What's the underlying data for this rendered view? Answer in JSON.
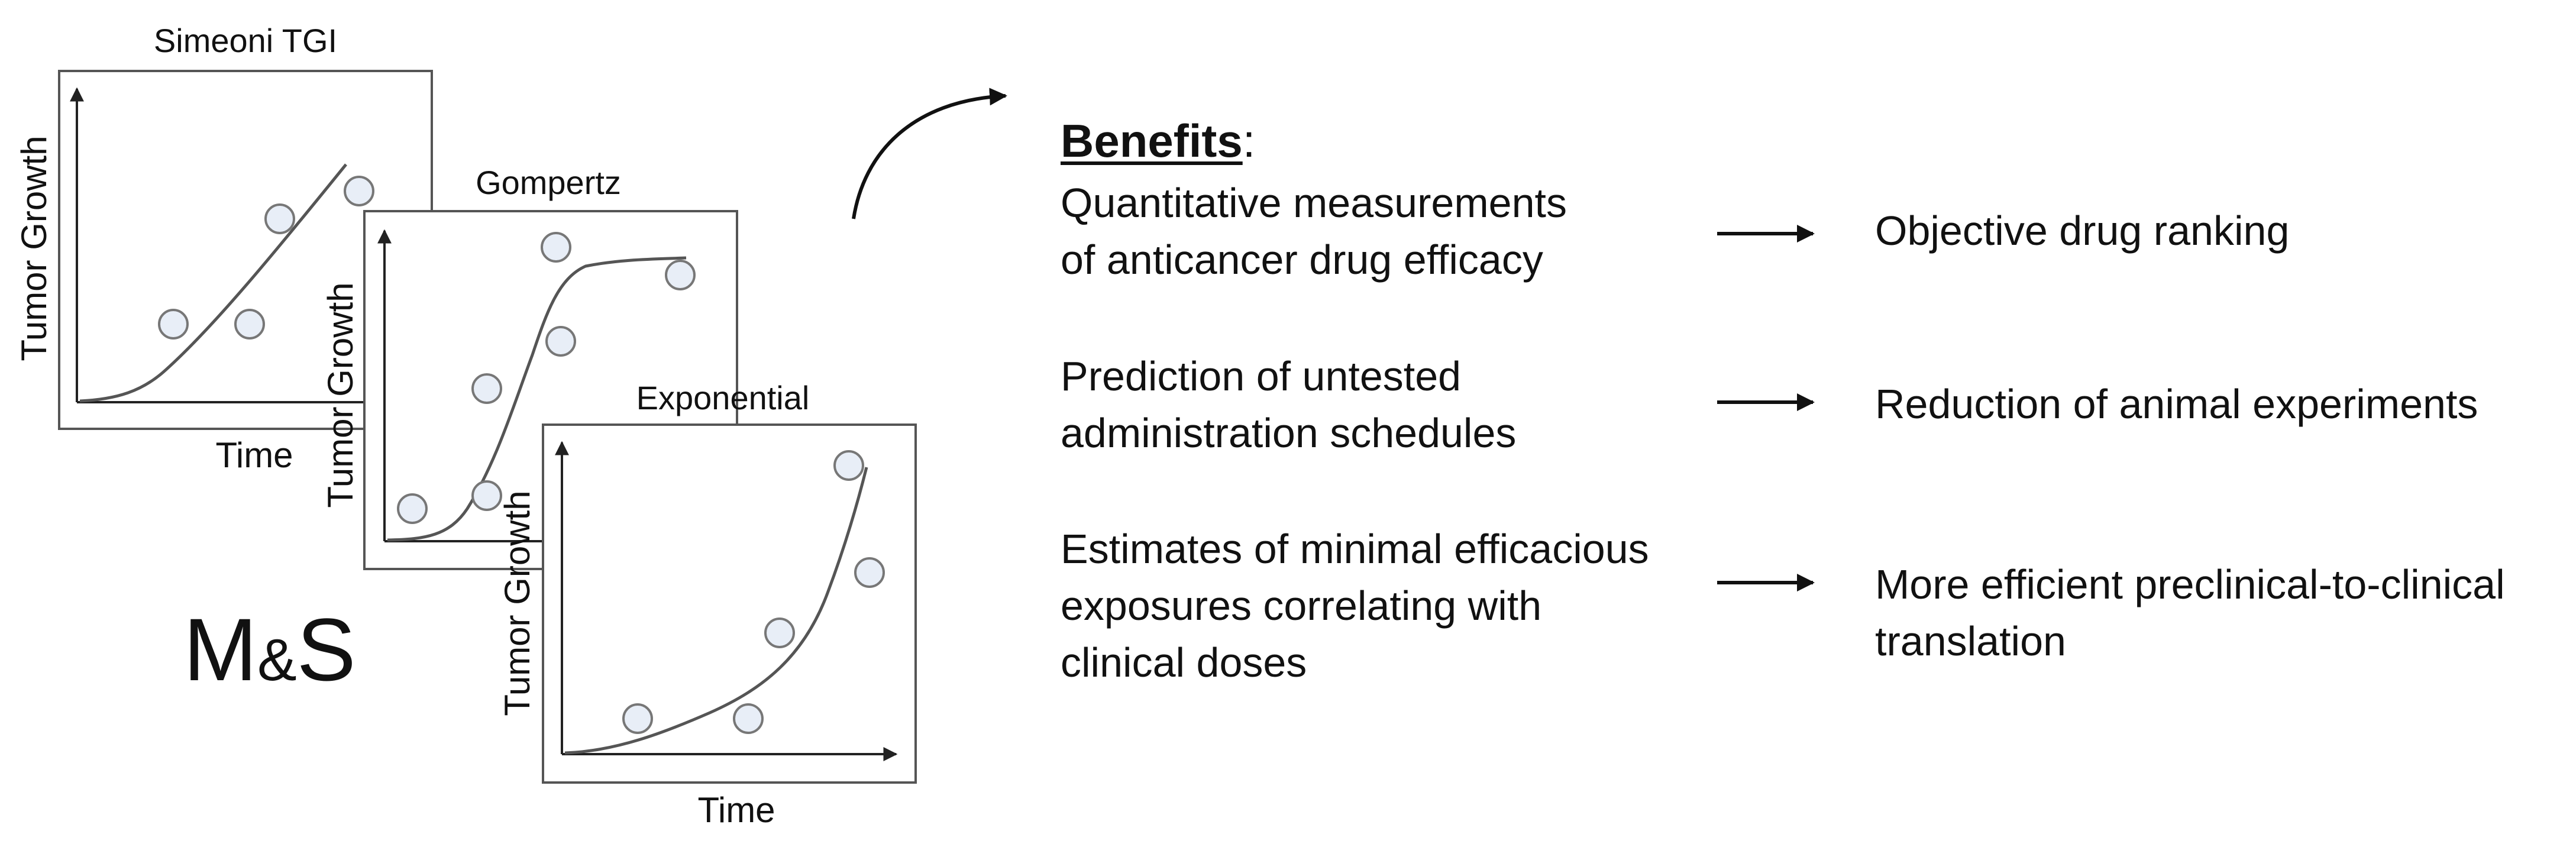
{
  "panels": [
    {
      "title": "Simeoni TGI",
      "ylabel": "Tumor Growth",
      "xlabel": "Time"
    },
    {
      "title": "Gompertz",
      "ylabel": "Tumor Growth",
      "xlabel": ""
    },
    {
      "title": "Exponential",
      "ylabel": "Tumor Growth",
      "xlabel": "Time"
    }
  ],
  "ms_label": {
    "m": "M",
    "amp": "&",
    "s": "S"
  },
  "benefits": {
    "heading": "Benefits",
    "heading_suffix": ":",
    "items": [
      {
        "lines": [
          "Quantitative measurements",
          "of anticancer drug efficacy"
        ],
        "outcome": [
          "Objective drug ranking"
        ]
      },
      {
        "lines": [
          "Prediction of untested",
          "administration schedules"
        ],
        "outcome": [
          "Reduction of animal experiments"
        ]
      },
      {
        "lines": [
          "Estimates of minimal efficacious",
          "exposures correlating with",
          "clinical doses"
        ],
        "outcome": [
          "More efficient preclinical-to-clinical",
          "translation"
        ]
      }
    ]
  }
}
